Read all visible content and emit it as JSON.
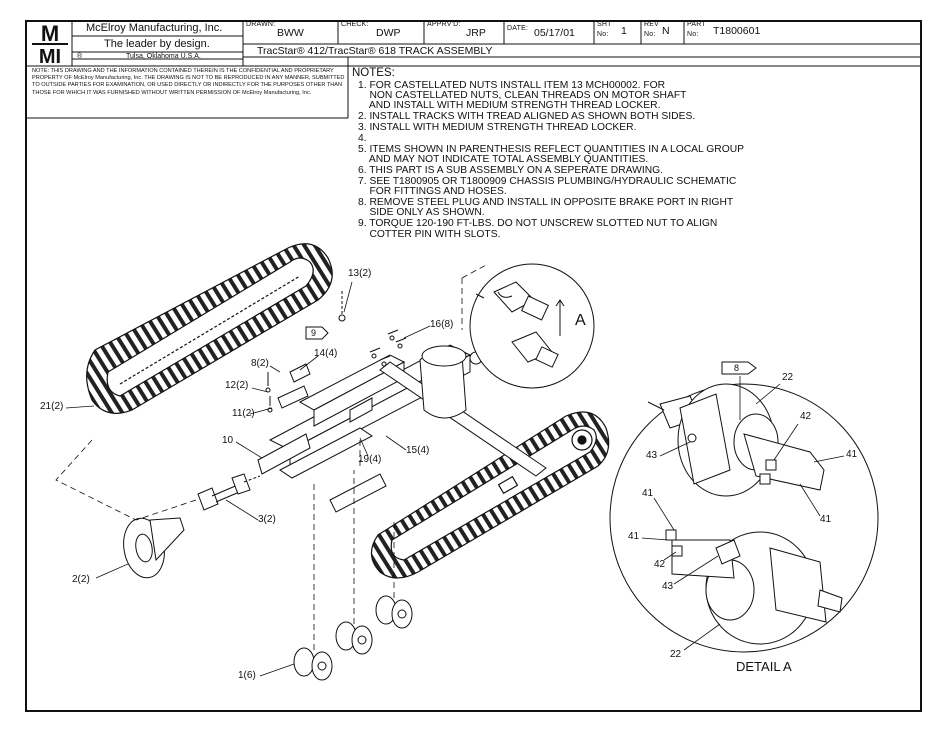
{
  "title_block": {
    "logo_lines": [
      "M",
      "MI"
    ],
    "company": "McElroy Manufacturing, Inc.",
    "tagline": "The leader by design.",
    "registered_mark": "®",
    "location": "Tulsa, Oklahoma U.S.A.",
    "drawn_label": "DRAWN:",
    "drawn_value": "BWW",
    "check_label": "CHECK:",
    "check_value": "DWP",
    "apprvd_label": "APPRV'D:",
    "apprvd_value": "JRP",
    "date_label": "DATE:",
    "date_value": "05/17/01",
    "sht_label_1": "SHT",
    "sht_label_2": "No:",
    "sht_value": "1",
    "rev_label_1": "REV",
    "rev_label_2": "No:",
    "rev_value": "N",
    "part_label_1": "PART",
    "part_label_2": "No:",
    "part_value": "T1800601",
    "drawing_title": "TracStar® 412/TracStar® 618 TRACK ASSEMBLY",
    "confidential_note": "NOTE: THIS DRAWING AND THE INFORMATION CONTAINED THEREIN IS THE CONFIDENTIAL AND PROPRIETARY PROPERTY OF McElroy Manufacturing, Inc. THE DRAWING IS NOT TO BE REPRODUCED IN ANY MANNER, SUBMITTED TO OUTSIDE PARTIES FOR EXAMINATION, OR USED DIRECTLY OR INDIRECTLY FOR THE PURPOSES OTHER THAN THOSE FOR WHICH IT WAS FURNISHED WITHOUT WRITTEN PERMISSION OF McElroy Manufacturing, Inc."
  },
  "notes": {
    "title": "NOTES:",
    "items": [
      "1. FOR CASTELLATED NUTS INSTALL ITEM 13 MCH00002. FOR",
      "    NON CASTELLATED NUTS, CLEAN THREADS ON MOTOR SHAFT",
      "    AND INSTALL WITH MEDIUM STRENGTH THREAD LOCKER.",
      "2. INSTALL TRACKS WITH TREAD ALIGNED AS SHOWN BOTH SIDES.",
      "3. INSTALL WITH MEDIUM STRENGTH THREAD LOCKER.",
      "4.",
      "5. ITEMS SHOWN IN PARENTHESIS REFLECT QUANTITIES IN A LOCAL GROUP",
      "    AND MAY NOT INDICATE TOTAL ASSEMBLY QUANTITIES.",
      "6. THIS PART IS A SUB ASSEMBLY ON A SEPERATE DRAWING.",
      "7. SEE T1800905 OR T1800909 CHASSIS PLUMBING/HYDRAULIC SCHEMATIC",
      "    FOR FITTINGS AND HOSES.",
      "8. REMOVE STEEL PLUG AND INSTALL IN OPPOSITE BRAKE PORT IN RIGHT",
      "    SIDE ONLY AS SHOWN.",
      "9. TORQUE 120-190 FT-LBS. DO NOT UNSCREW SLOTTED NUT TO ALIGN",
      "    COTTER PIN WITH SLOTS."
    ]
  },
  "callouts": {
    "c13": "13(2)",
    "c9": "9",
    "c16": "16(8)",
    "c14": "14(4)",
    "c8": "8(2)",
    "c12": "12(2)",
    "c11": "11(2)",
    "c21": "21(2)",
    "c10": "10",
    "c19": "19(4)",
    "c15": "15(4)",
    "c3": "3(2)",
    "c2": "2(2)",
    "c1": "1(6)",
    "detail_ref": "A"
  },
  "detail": {
    "title": "DETAIL A",
    "flag": "8",
    "l22a": "22",
    "l42a": "42",
    "l41a": "41",
    "l43a": "43",
    "l41b": "41",
    "l41c": "41",
    "l41d": "41",
    "l42b": "42",
    "l43b": "43",
    "l22b": "22"
  }
}
